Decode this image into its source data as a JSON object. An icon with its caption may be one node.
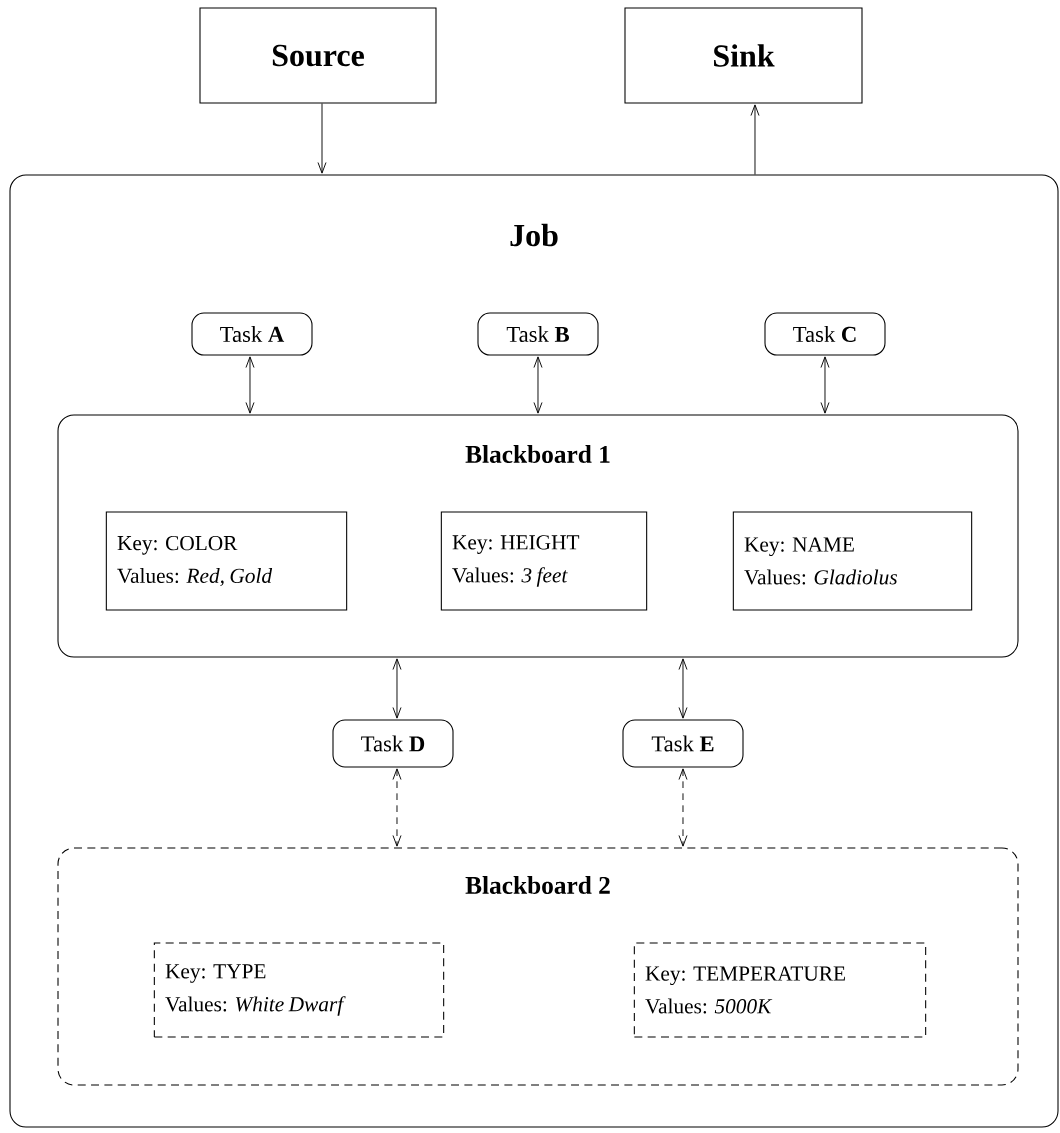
{
  "diagram": {
    "nodes": [
      {
        "text": [
          "Source"
        ]
      },
      {
        "text": [
          "Sink"
        ]
      },
      {
        "text": [
          "Job"
        ]
      },
      {
        "text": [
          "Task **A**"
        ],
        "in": 2
      },
      {
        "text": [
          "Task **B**"
        ],
        "in": 2
      },
      {
        "text": [
          "Task **C**"
        ],
        "in": 2
      },
      {
        "text": [
          "Blackboard 1"
        ],
        "in": 2
      },
      {
        "text": [
          "Key: COLOR",
          "Values: *Red, Gold*"
        ],
        "in": 6
      },
      {
        "text": [
          "Key: HEIGHT",
          "Values: *3 feet*"
        ],
        "in": 6
      },
      {
        "text": [
          "Key: NAME",
          "Values: *Gladiolus*"
        ],
        "in": 6
      },
      {
        "text": [
          "Task **D**"
        ],
        "in": 2
      },
      {
        "text": [
          "Task **E**"
        ],
        "in": 2
      },
      {
        "text": [
          "Blackboard 2"
        ],
        "in": 2
      },
      {
        "text": [
          "Key: TYPE",
          "Values: *White Dwarf*"
        ],
        "in": 12
      },
      {
        "text": [
          "Key: TEMPERATURE",
          "Values: *5000K*"
        ],
        "in": 12
      }
    ],
    "edges": [
      {
        "from": 0,
        "to": 2,
        "arrow": "to"
      },
      {
        "from": 2,
        "to": 1,
        "arrow": "to"
      },
      {
        "from": 3,
        "to": 6,
        "arrow": "both"
      },
      {
        "from": 4,
        "to": 6,
        "arrow": "both"
      },
      {
        "from": 5,
        "to": 6,
        "arrow": "both"
      },
      {
        "from": 6,
        "to": 10,
        "arrow": "both"
      },
      {
        "from": 6,
        "to": 11,
        "arrow": "both"
      },
      {
        "from": 10,
        "to": 12,
        "arrow": "both",
        "style": "dashed"
      },
      {
        "from": 11,
        "to": 12,
        "arrow": "both",
        "style": "dashed"
      }
    ]
  }
}
